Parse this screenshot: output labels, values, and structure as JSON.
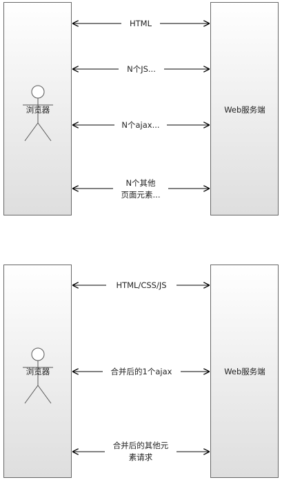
{
  "diagrams": [
    {
      "client_label": "浏览器",
      "server_label": "Web服务端",
      "messages": [
        {
          "lines": [
            "HTML"
          ]
        },
        {
          "lines": [
            "N个JS..."
          ]
        },
        {
          "lines": [
            "N个ajax..."
          ]
        },
        {
          "lines": [
            "N个其他",
            "页面元素..."
          ]
        }
      ]
    },
    {
      "client_label": "浏览器",
      "server_label": "Web服务端",
      "messages": [
        {
          "lines": [
            "HTML/CSS/JS"
          ]
        },
        {
          "lines": [
            "合并后的1个ajax"
          ]
        },
        {
          "lines": [
            "合并后的其他元",
            "素请求"
          ]
        }
      ]
    }
  ],
  "colors": {
    "box_top": "#ffffff",
    "box_bottom": "#dedede",
    "box_border": "#666666",
    "line": "#000000",
    "text": "#222222",
    "actor": "#555555"
  }
}
